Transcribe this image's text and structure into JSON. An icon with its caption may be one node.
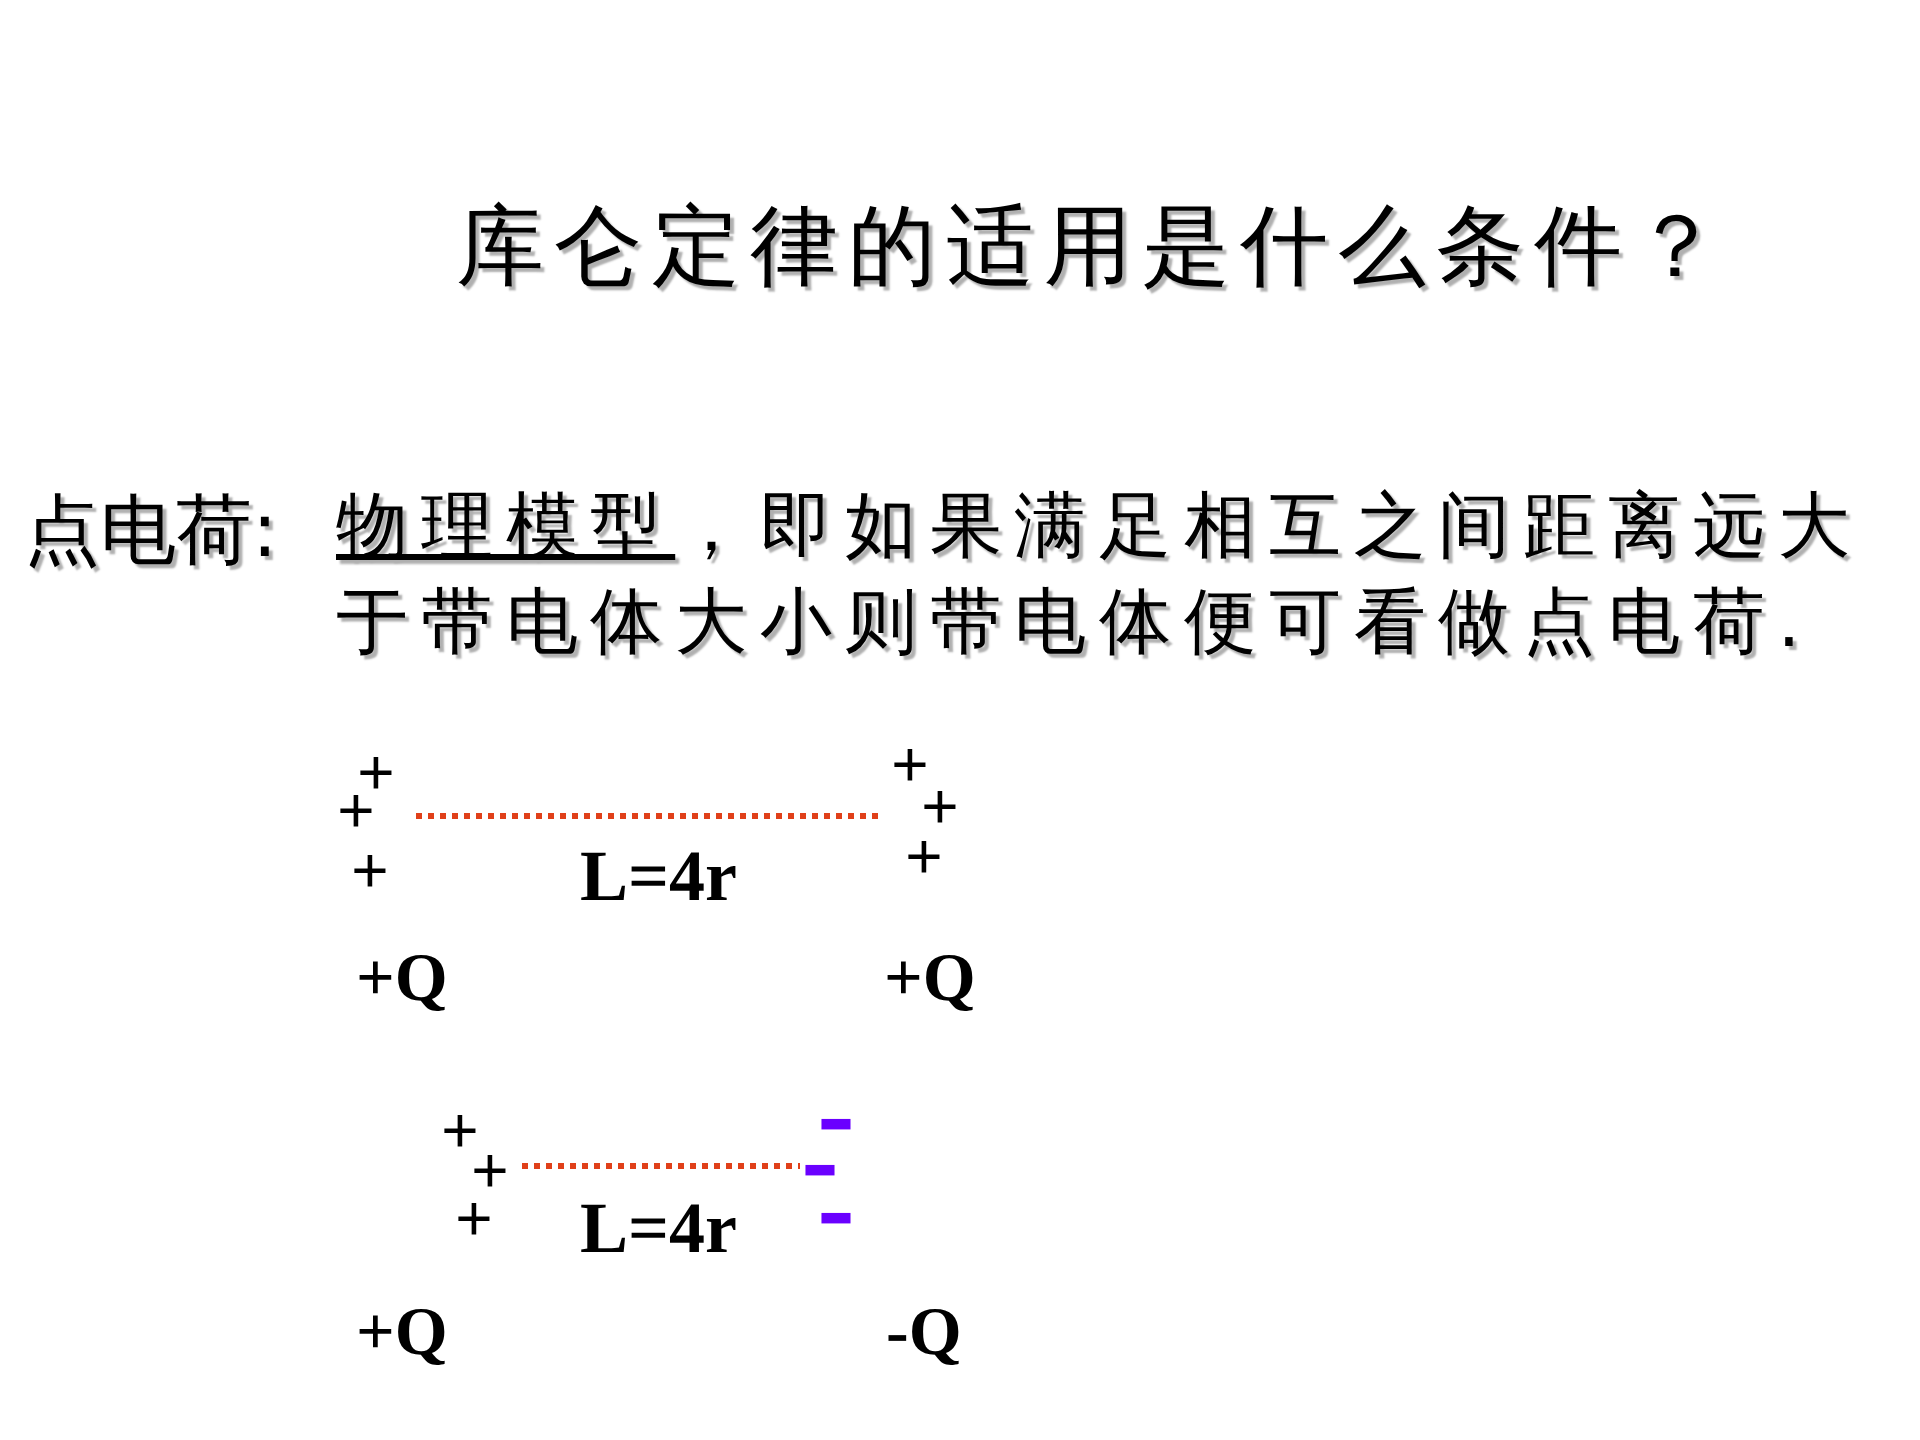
{
  "diagram": {
    "title": "库仑定律的适用是什么条件？",
    "nodes": [
      {
        "text": [
          "+",
          "+",
          "+"
        ],
        "beside": [
          "+Q"
        ]
      },
      {
        "text": [
          "+",
          "+",
          "+"
        ],
        "beside": [
          "+Q"
        ]
      },
      {
        "text": [
          "+",
          "+",
          "+"
        ],
        "beside": [
          "+Q"
        ]
      },
      {
        "text": [
          "-",
          "-",
          "-"
        ],
        "beside": [
          "-Q"
        ]
      }
    ],
    "edges": [
      {
        "from": 0,
        "to": 1,
        "arrow": "none",
        "label": "L=4r",
        "style": "dashed"
      },
      {
        "from": 2,
        "to": 3,
        "arrow": "none",
        "label": "L=4r",
        "style": "dashed"
      }
    ],
    "labels": [
      "点电荷:",
      "物理模型",
      "，即如果满足相互之间距离远大于带电体大小则带电体便可看做点电荷."
    ]
  }
}
